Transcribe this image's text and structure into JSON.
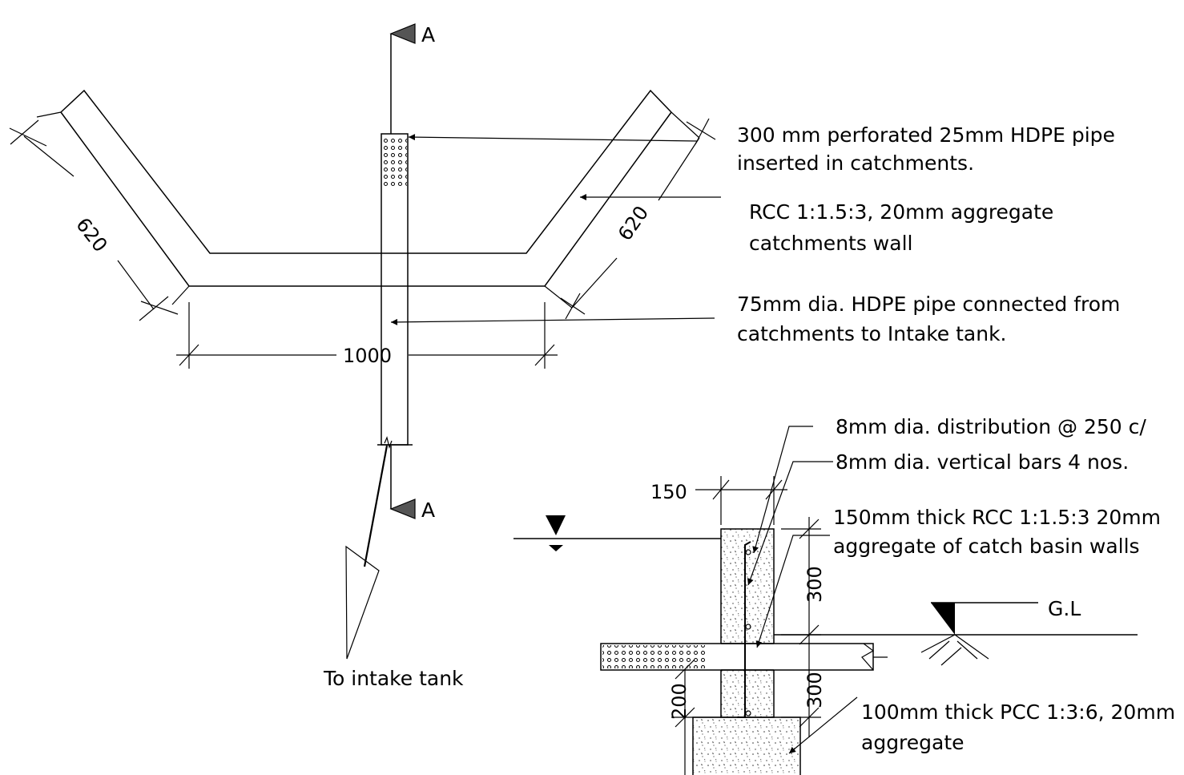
{
  "plan": {
    "section_mark_top": "A",
    "section_mark_bottom": "A",
    "dim_left_arm": "620",
    "dim_right_arm": "620",
    "dim_base": "1000",
    "outlet_label": "To intake tank"
  },
  "callouts": {
    "perforated_pipe_line1": "300 mm perforated 25mm HDPE pipe",
    "perforated_pipe_line2": "inserted in catchments.",
    "rcc_wall_line1": "RCC 1:1.5:3, 20mm aggregate",
    "rcc_wall_line2": "catchments wall",
    "hdpe_pipe_line1": "75mm dia. HDPE pipe connected from",
    "hdpe_pipe_line2": "catchments to Intake tank."
  },
  "section": {
    "distribution_bars": "8mm dia. distribution @ 250 c/",
    "vertical_bars": "8mm dia. vertical bars 4 nos.",
    "wall_spec_line1": "150mm thick RCC 1:1.5:3 20mm",
    "wall_spec_line2": "aggregate of catch basin walls",
    "dim_wall_thickness": "150",
    "dim_above_gl": "300",
    "dim_below_pipe": "300",
    "dim_footing": "200",
    "ground_level": "G.L",
    "pcc_line1": "100mm thick PCC 1:3:6, 20mm",
    "pcc_line2": "aggregate"
  }
}
